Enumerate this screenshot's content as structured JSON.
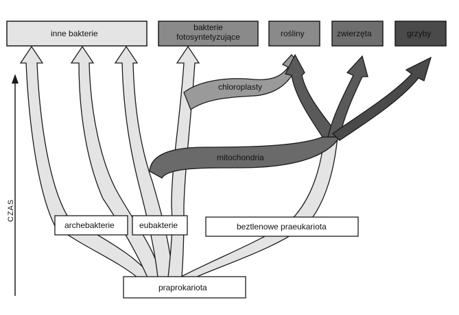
{
  "boxes": {
    "other_bacteria": "inne bakterie",
    "photosynthetic_bacteria_line1": "bakterie",
    "photosynthetic_bacteria_line2": "fotosyntetyzujące",
    "plants": "rośliny",
    "animals": "zwierzęta",
    "fungi": "grzyby",
    "archaebacteria": "archebakterie",
    "eubacteria": "eubakterie",
    "anaerobic_proto_eukaryotes": "beztlenowe praeukariota",
    "proto_prokaryotes": "praprokariota"
  },
  "flow_labels": {
    "chloroplasts": "chloroplasty",
    "mitochondria": "mitochondria"
  },
  "axis": {
    "time_label": "CZAS"
  },
  "colors": {
    "light_stream": "#e4e4e4",
    "mid_stream": "#9a9a9a",
    "dark_stream": "#5a5a5a",
    "outline": "#1a1a1a"
  }
}
